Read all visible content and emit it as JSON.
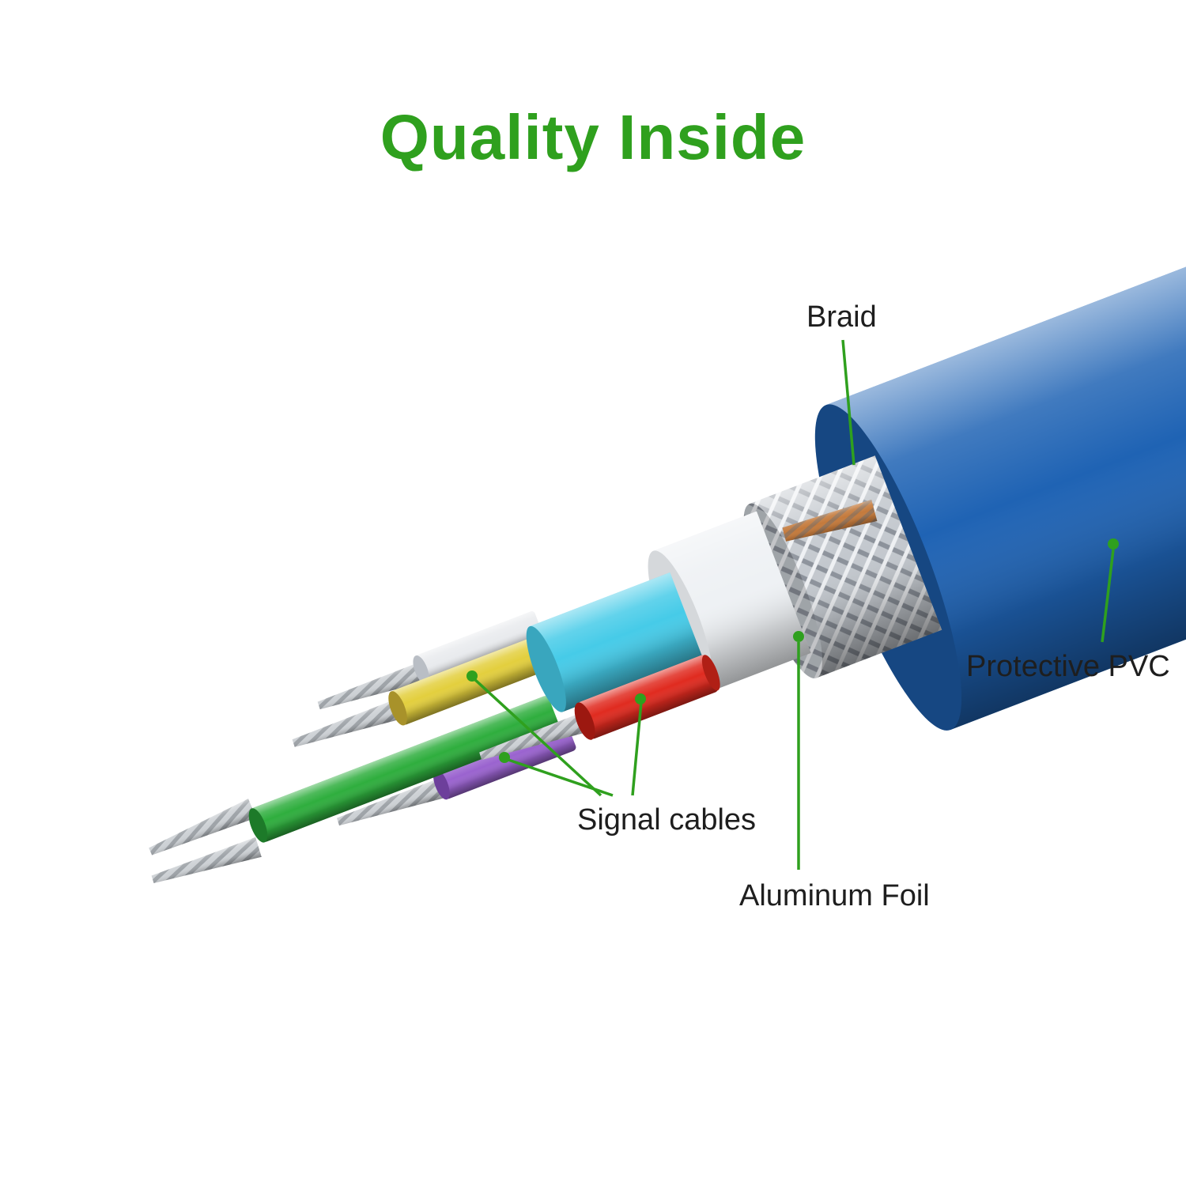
{
  "title": {
    "text": "Quality Inside"
  },
  "labels": {
    "braid": "Braid",
    "protective_pvc": "Protective PVC",
    "signal_cables": "Signal cables",
    "aluminum_foil": "Aluminum Foil"
  },
  "diagram": {
    "subject": "cable cross-section cutaway",
    "layers_outside_in": [
      "Protective PVC",
      "Braid",
      "Aluminum Foil",
      "Signal cables"
    ],
    "signal_cable_colors": [
      "white",
      "yellow",
      "red",
      "purple",
      "green"
    ]
  },
  "colors": {
    "accent": "#2fa01e",
    "text": "#1e1e1e",
    "jacket_blue": "#1f63b4",
    "braid_silver": "#c3c8ce",
    "foil_white": "#eef1f4",
    "sheath_cyan": "#46cbe8",
    "wire_white": "#e9ebee",
    "wire_yellow": "#e3cf3e",
    "wire_red": "#e02b20",
    "wire_purple": "#9a63cf",
    "wire_green": "#2fae3e",
    "copper": "#c47a3c",
    "strand_silver": "#cdd1d5"
  }
}
